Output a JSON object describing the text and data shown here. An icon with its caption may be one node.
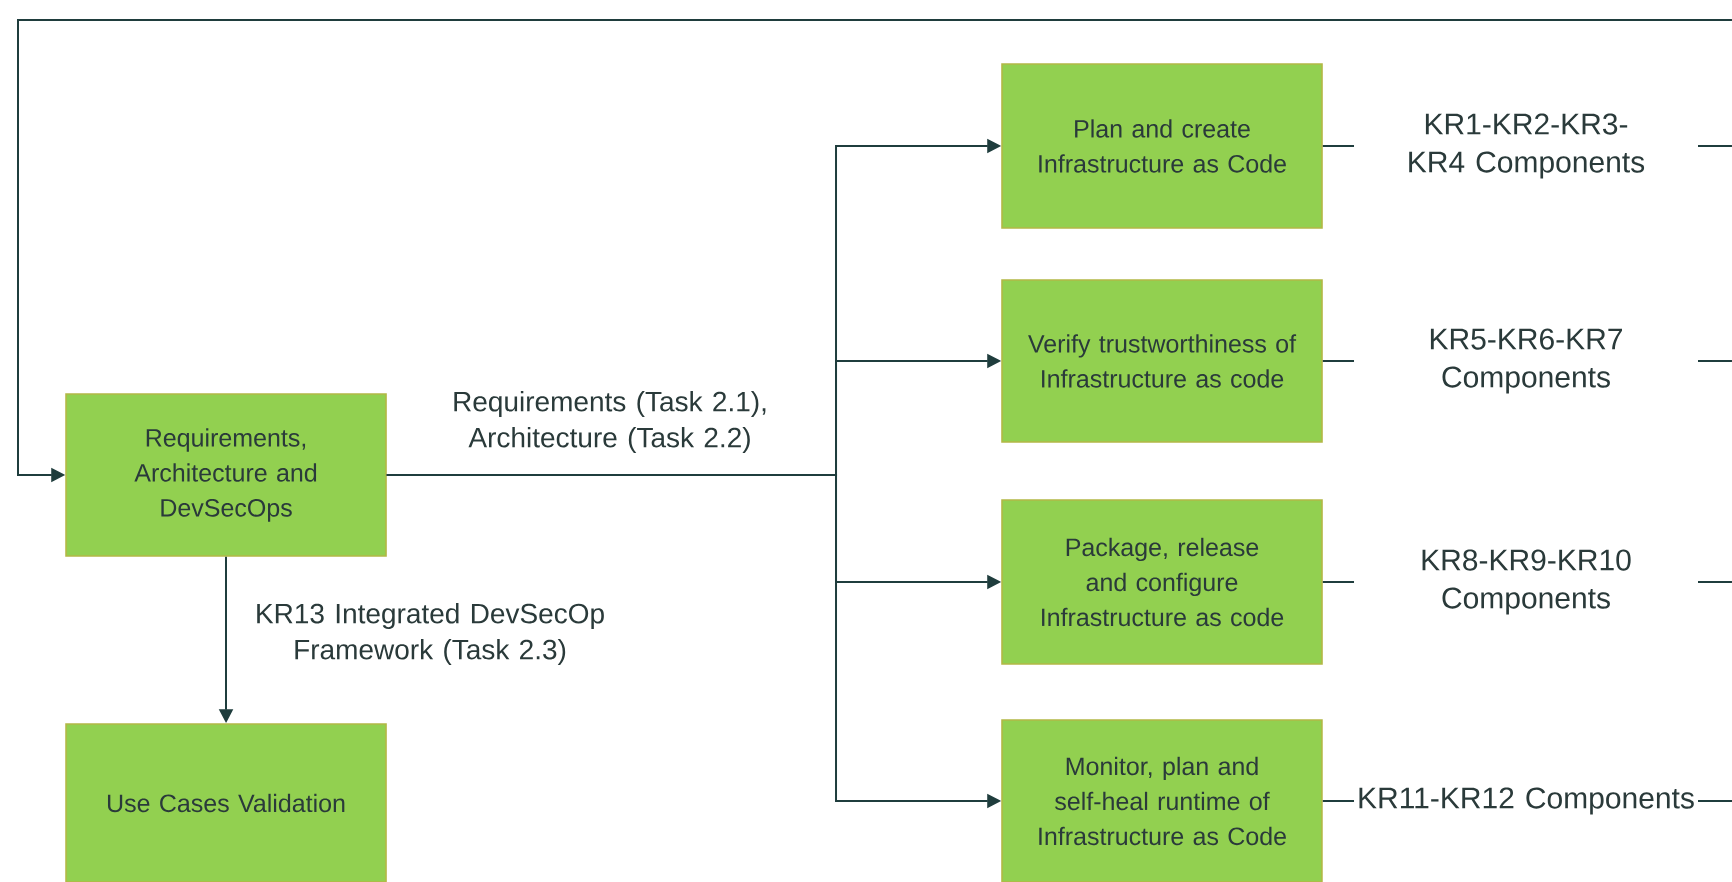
{
  "diagram": {
    "nodes": [
      {
        "text": [
          "Requirements, Architecture and DevSecOps"
        ]
      },
      {
        "text": [
          "Use Cases Validation"
        ]
      },
      {
        "text": [
          "Plan and create Infrastructure as Code"
        ]
      },
      {
        "text": [
          "Verify trustworthiness of Infrastructure as code"
        ]
      },
      {
        "text": [
          "Package, release and configure Infrastructure as code"
        ]
      },
      {
        "text": [
          "Monitor, plan and self-heal runtime of Infrastructure as Code"
        ]
      }
    ],
    "edges": [
      {
        "from": 0,
        "to": 1,
        "arrow": "to",
        "label": "KR13 Integrated DevSecOp Framework (Task 2.3)"
      },
      {
        "from": 0,
        "to": 2,
        "arrow": "to",
        "label": "Requirements (Task 2.1), Architecture (Task 2.2)"
      },
      {
        "from": 0,
        "to": 3,
        "arrow": "to"
      },
      {
        "from": 0,
        "to": 4,
        "arrow": "to"
      },
      {
        "from": 0,
        "to": 5,
        "arrow": "to"
      },
      {
        "from": 2,
        "to": null,
        "arrow": "none",
        "label": "KR1-KR2-KR3-KR4 Components"
      },
      {
        "from": 3,
        "to": null,
        "arrow": "none",
        "label": "KR5-KR6-KR7 Components"
      },
      {
        "from": 4,
        "to": null,
        "arrow": "none",
        "label": "KR8-KR9-KR10 Components"
      },
      {
        "from": 5,
        "to": null,
        "arrow": "none",
        "label": "KR11-KR12 Components"
      },
      {
        "from": null,
        "to": 0,
        "arrow": "to"
      }
    ]
  }
}
